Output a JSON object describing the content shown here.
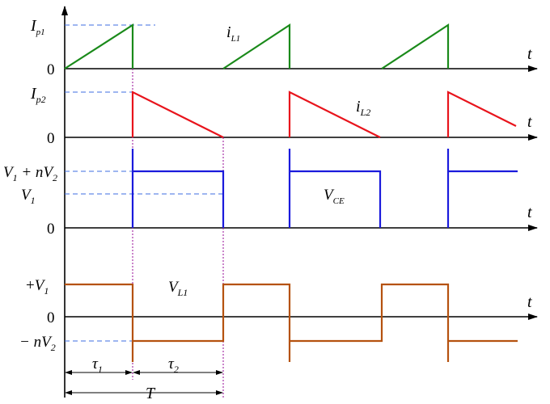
{
  "colors": {
    "axis": "#000000",
    "iL1": "#1a8a1a",
    "iL2": "#e8141c",
    "vce": "#1a1adc",
    "vl1": "#b5520f",
    "reference": "#3c6ee0",
    "marker": "#a020a0"
  },
  "panel1": {
    "ylabel_main": "I",
    "ylabel_sub": "p1",
    "zero": "0",
    "t_label": "t",
    "curve_main": "i",
    "curve_sub": "L1"
  },
  "panel2": {
    "ylabel_main": "I",
    "ylabel_sub": "p2",
    "zero": "0",
    "t_label": "t",
    "curve_main": "i",
    "curve_sub": "L2"
  },
  "panel3": {
    "level_high_a": "V",
    "level_high_a_sub": "1",
    "level_high_plus": " + n",
    "level_high_b": "V",
    "level_high_b_sub": "2",
    "level_low": "V",
    "level_low_sub": "1",
    "zero": "0",
    "t_label": "t",
    "curve_main": "V",
    "curve_sub": "CE"
  },
  "panel4": {
    "pos_prefix": "+",
    "pos_main": "V",
    "pos_sub": "1",
    "neg_prefix": "− n",
    "neg_main": "V",
    "neg_sub": "2",
    "zero": "0",
    "t_label": "t",
    "curve_main": "V",
    "curve_sub": "L1"
  },
  "timing": {
    "tau1_main": "τ",
    "tau1_sub": "1",
    "tau2_main": "τ",
    "tau2_sub": "2",
    "period": "T"
  }
}
